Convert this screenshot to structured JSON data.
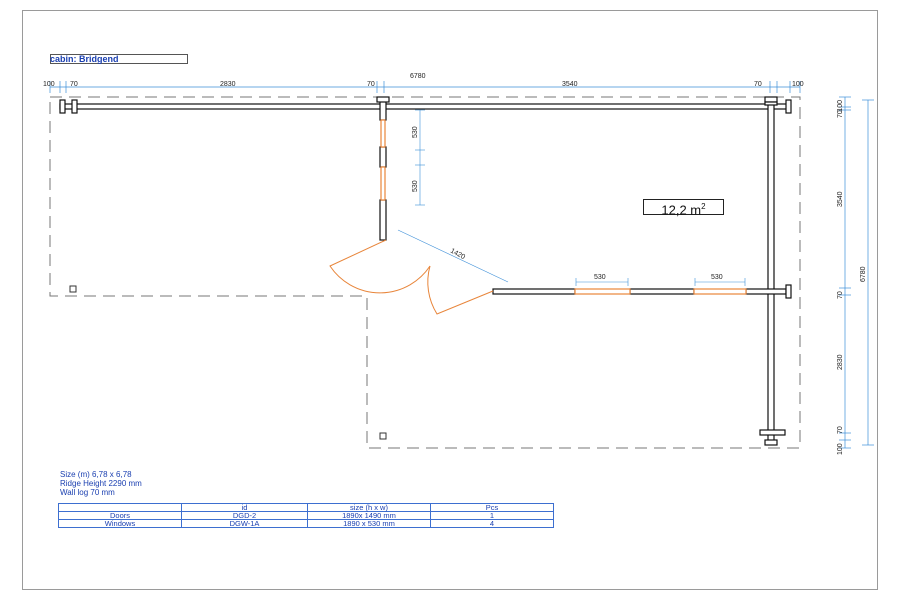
{
  "cabin_title": "cabin: Bridgend",
  "area": {
    "value": "12,2 m",
    "unit_sup": "2"
  },
  "top_dims": {
    "total": "6780",
    "left_wall": "100",
    "seg1": "70",
    "seg2": "2830",
    "seg3": "70",
    "seg4": "3540",
    "seg5": "70",
    "right_wall": "100"
  },
  "right_dims": {
    "total": "6780",
    "d1": "100",
    "d2": "70",
    "d3": "3540",
    "d4": "70",
    "d5": "2830",
    "d6": "70",
    "d7": "100"
  },
  "window_dims": {
    "inner_w1": "530",
    "inner_w2": "530",
    "bottom_w1": "530",
    "bottom_w2": "530"
  },
  "door_dim": "1420",
  "info": {
    "size": "Size (m) 6,78  x 6,78",
    "ridge": "Ridge Height  2290 mm",
    "wall": "Wall log 70 mm"
  },
  "table": {
    "headers": [
      "",
      "id",
      "size (h x w)",
      "Pcs"
    ],
    "rows": [
      [
        "Doors",
        "DGD-2",
        "1890x 1490 mm",
        "1"
      ],
      [
        "Windows",
        "DGW-1A",
        "1890 x 530 mm",
        "4"
      ]
    ]
  },
  "colors": {
    "dim_line": "#3d8fd8",
    "wall": "#111111",
    "window": "#e8853a",
    "text_blue": "#1a3fb0"
  }
}
